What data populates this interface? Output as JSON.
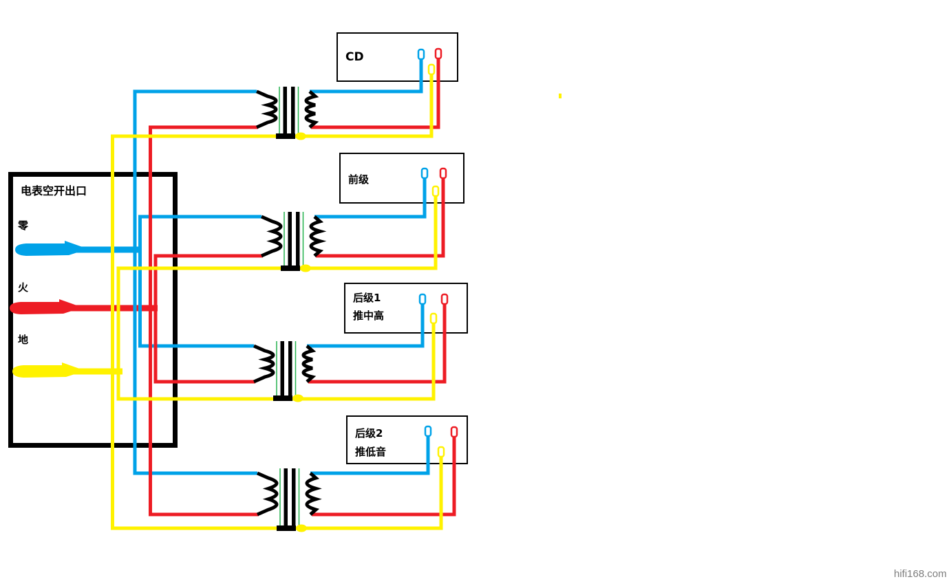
{
  "panel": {
    "title": "电表空开出口",
    "terminals": [
      {
        "id": "neutral",
        "label": "零",
        "color": "#00a2e8"
      },
      {
        "id": "live",
        "label": "火",
        "color": "#ed1c24"
      },
      {
        "id": "ground",
        "label": "地",
        "color": "#fff200"
      }
    ]
  },
  "devices": [
    {
      "id": "cd",
      "lines": [
        "CD"
      ]
    },
    {
      "id": "preamp",
      "lines": [
        "前级"
      ]
    },
    {
      "id": "poweramp1",
      "lines": [
        "后级1",
        "推中高"
      ]
    },
    {
      "id": "poweramp2",
      "lines": [
        "后级2",
        "推低音"
      ]
    }
  ],
  "colors": {
    "neutral_blue": "#00a2e8",
    "live_red": "#ed1c24",
    "ground_yellow": "#fff200",
    "shield_green": "#22b14c",
    "core_black": "#000000",
    "watermark_gray": "#7d7d7d"
  },
  "watermark": "hifi168.com"
}
